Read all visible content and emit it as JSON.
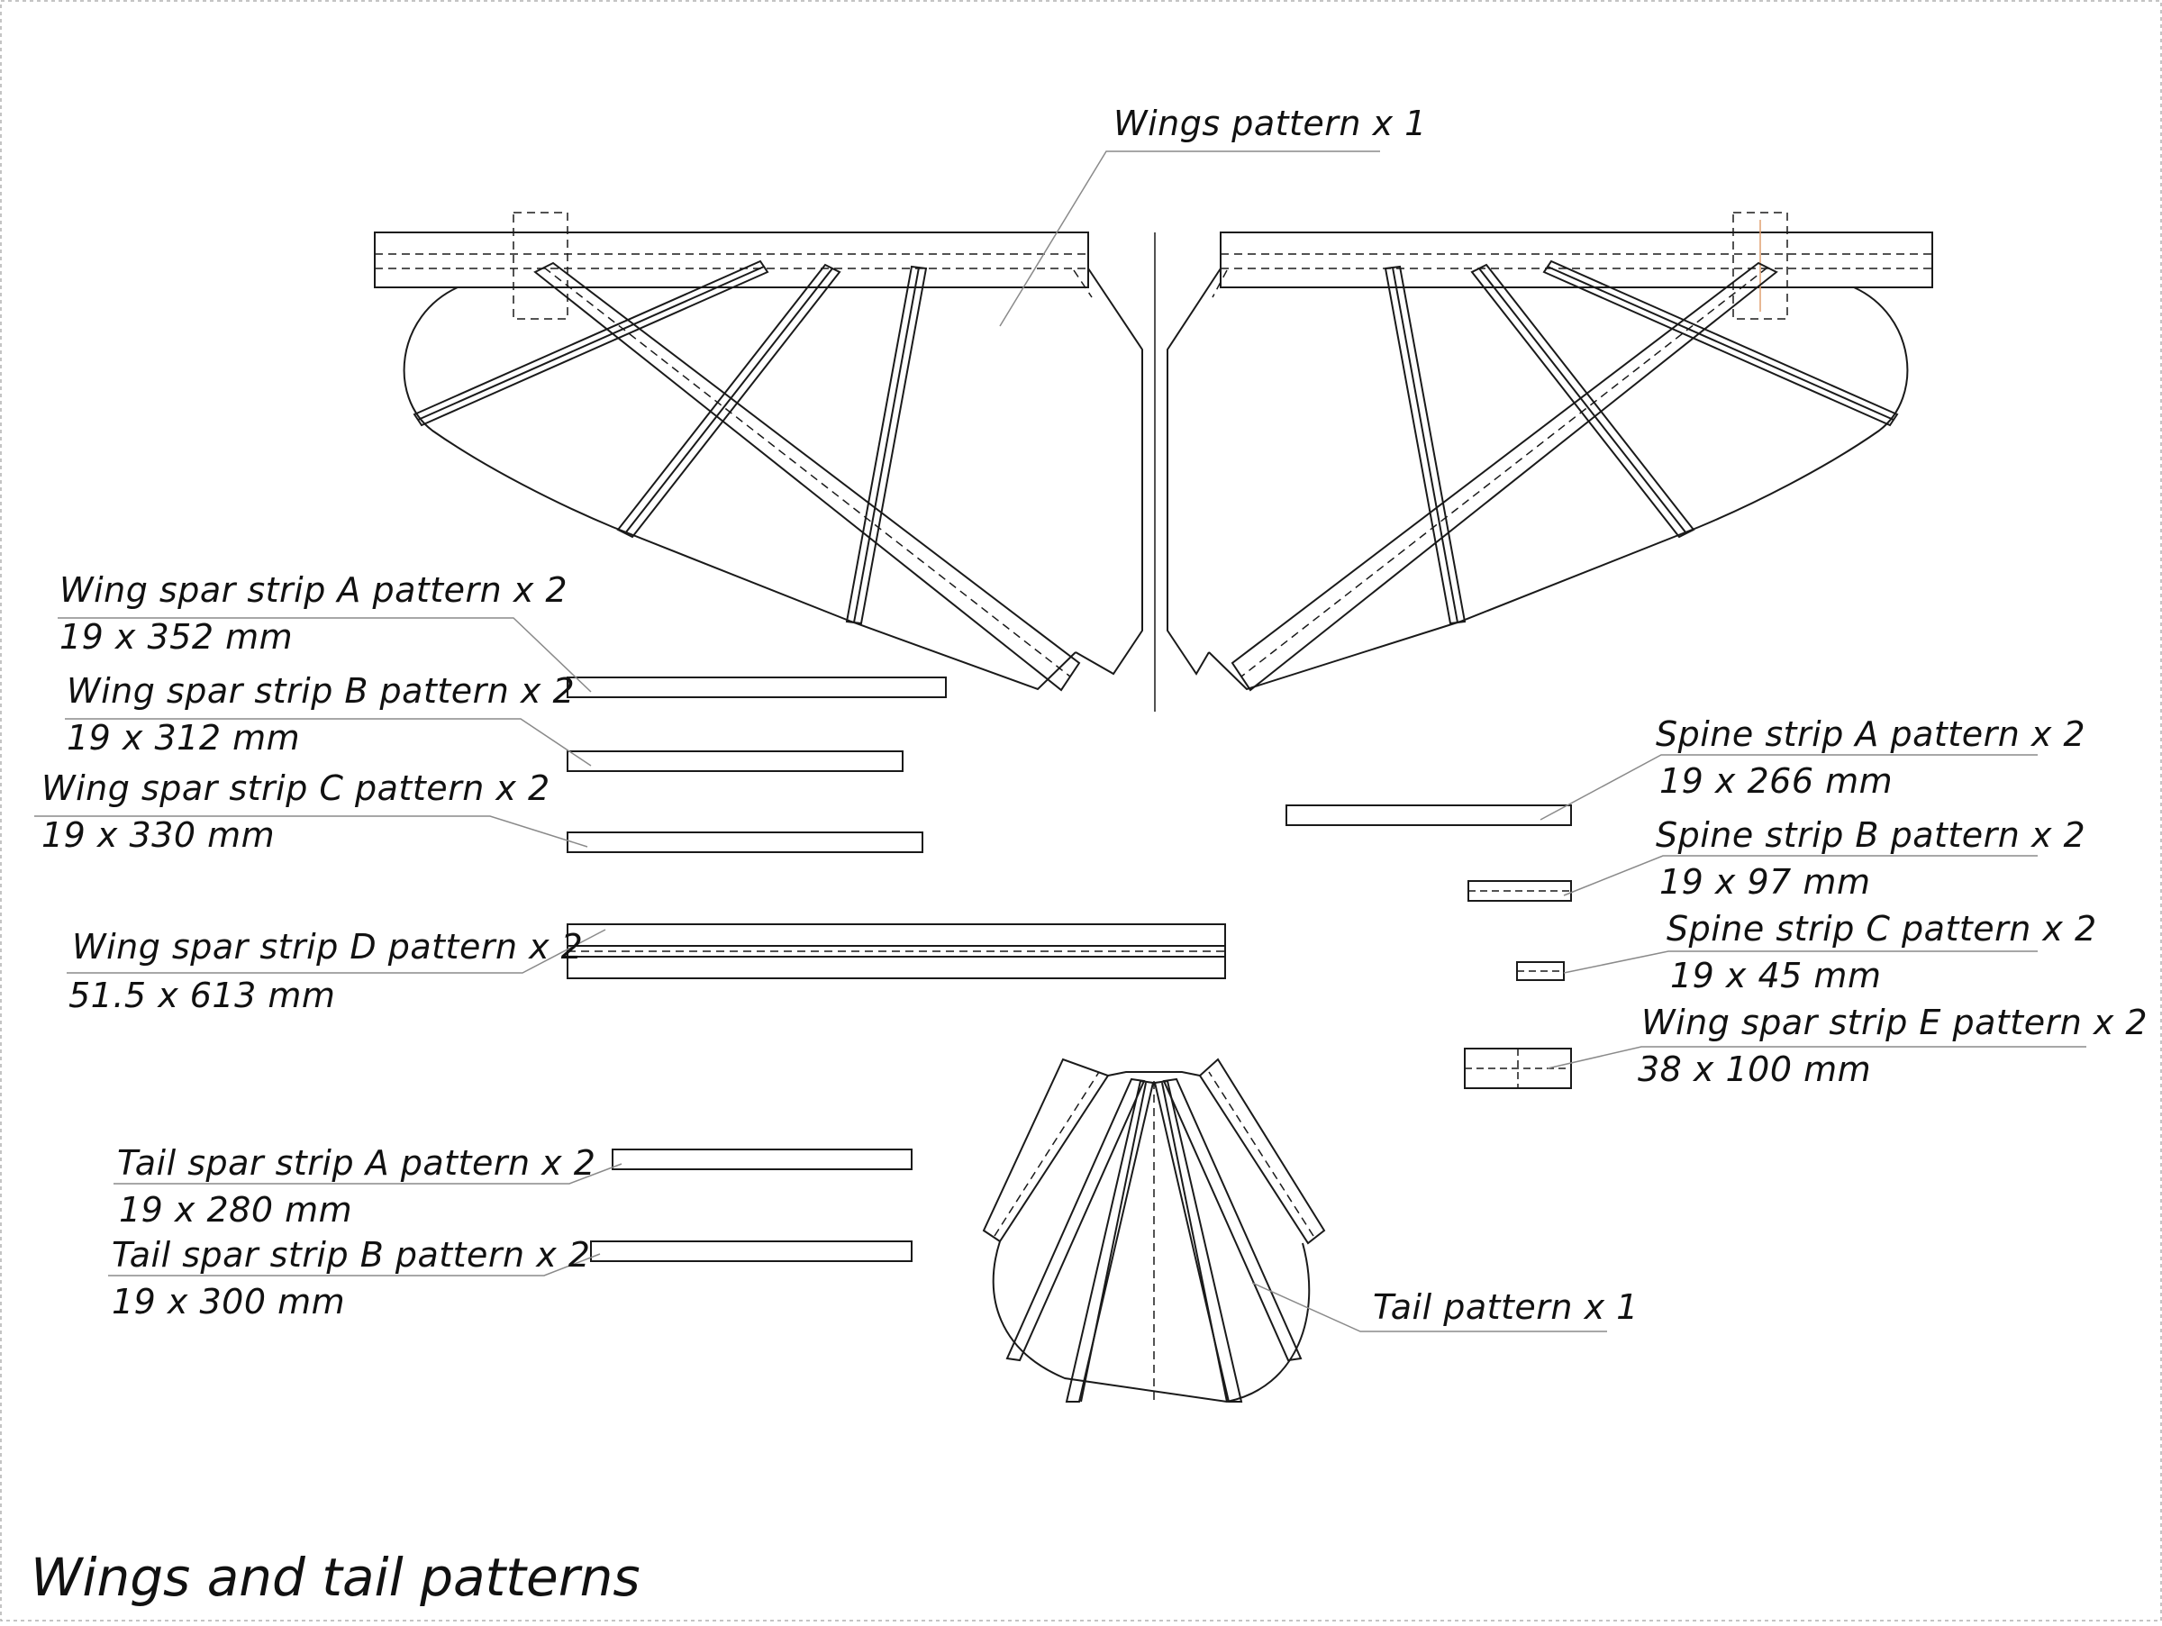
{
  "title": "Wings and tail patterns",
  "labels": {
    "wings": "Wings pattern x 1",
    "spar_a": "Wing spar strip A pattern x 2",
    "spar_a_dim": "19 x 352 mm",
    "spar_b": "Wing spar strip B pattern x 2",
    "spar_b_dim": "19 x 312 mm",
    "spar_c": "Wing spar strip C pattern x 2",
    "spar_c_dim": "19 x 330 mm",
    "spar_d": "Wing spar strip D pattern x 2",
    "spar_d_dim": "51.5 x 613 mm",
    "spine_a": "Spine strip A pattern x 2",
    "spine_a_dim": "19 x 266 mm",
    "spine_b": "Spine strip B pattern x 2",
    "spine_b_dim": "19 x 97 mm",
    "spine_c": "Spine strip C pattern x 2",
    "spine_c_dim": "19 x 45 mm",
    "spar_e": "Wing spar strip E pattern x 2",
    "spar_e_dim": "38 x 100 mm",
    "tail_a": "Tail spar strip A pattern x 2",
    "tail_a_dim": "19 x 280 mm",
    "tail_b": "Tail spar strip B pattern x 2",
    "tail_b_dim": "19 x 300 mm",
    "tail": "Tail pattern x 1"
  },
  "colors": {
    "line": "#1a1a1a",
    "leader": "#8a8a8a",
    "accent": "#e0a070",
    "frame": "#b0b0b0"
  }
}
